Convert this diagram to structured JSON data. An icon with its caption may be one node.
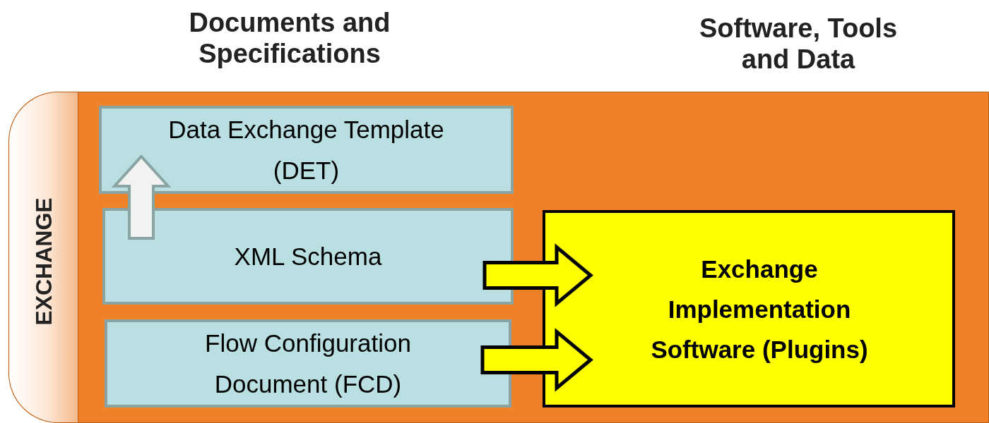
{
  "diagram": {
    "nodes": [
      {
        "text": [
          "EXCHANGE"
        ]
      },
      {
        "text": [
          "Data Exchange Template (DET)"
        ],
        "in": 0
      },
      {
        "text": [
          "XML Schema"
        ],
        "in": 0
      },
      {
        "text": [
          "Flow Configuration Document (FCD)"
        ],
        "in": 0
      },
      {
        "text": [
          "Exchange Implementation Software (Plugins)"
        ],
        "in": 0
      }
    ],
    "edges": [
      {
        "from": 2,
        "to": 1,
        "arrow": "to",
        "color": "#f2f2f2"
      },
      {
        "from": 2,
        "to": 4,
        "arrow": "to"
      },
      {
        "from": 3,
        "to": 4,
        "arrow": "to"
      }
    ],
    "labels": [
      "Documents and Specifications",
      "Software, Tools and Data"
    ]
  }
}
